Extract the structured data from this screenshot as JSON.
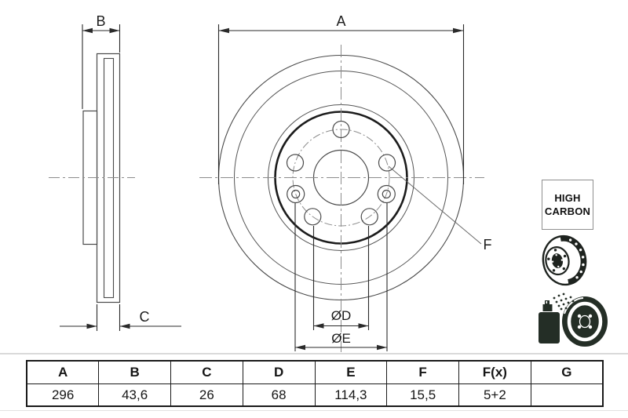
{
  "drawing": {
    "labels": {
      "a": "A",
      "b": "B",
      "c": "C",
      "diameter_d": "ØD",
      "diameter_e": "ØE",
      "f": "F"
    }
  },
  "badge": {
    "line1": "HIGH",
    "line2": "CARBON"
  },
  "icons": {
    "top": "vented-disc-icon",
    "bottom": "spray-coated-disc-icon"
  },
  "table": {
    "headers": [
      "A",
      "B",
      "C",
      "D",
      "E",
      "F",
      "F(x)",
      "G"
    ],
    "values": [
      "296",
      "43,6",
      "26",
      "68",
      "114,3",
      "15,5",
      "5+2",
      ""
    ]
  },
  "colors": {
    "thin_line": "#4a4a4a",
    "bold_line": "#1c1c1c",
    "centerline": "#8c8c8c",
    "dimension": "#2a2a2a",
    "icon_dark": "#242e26",
    "table_border": "#1a1a1a",
    "badge_border": "#8f8f8f"
  }
}
